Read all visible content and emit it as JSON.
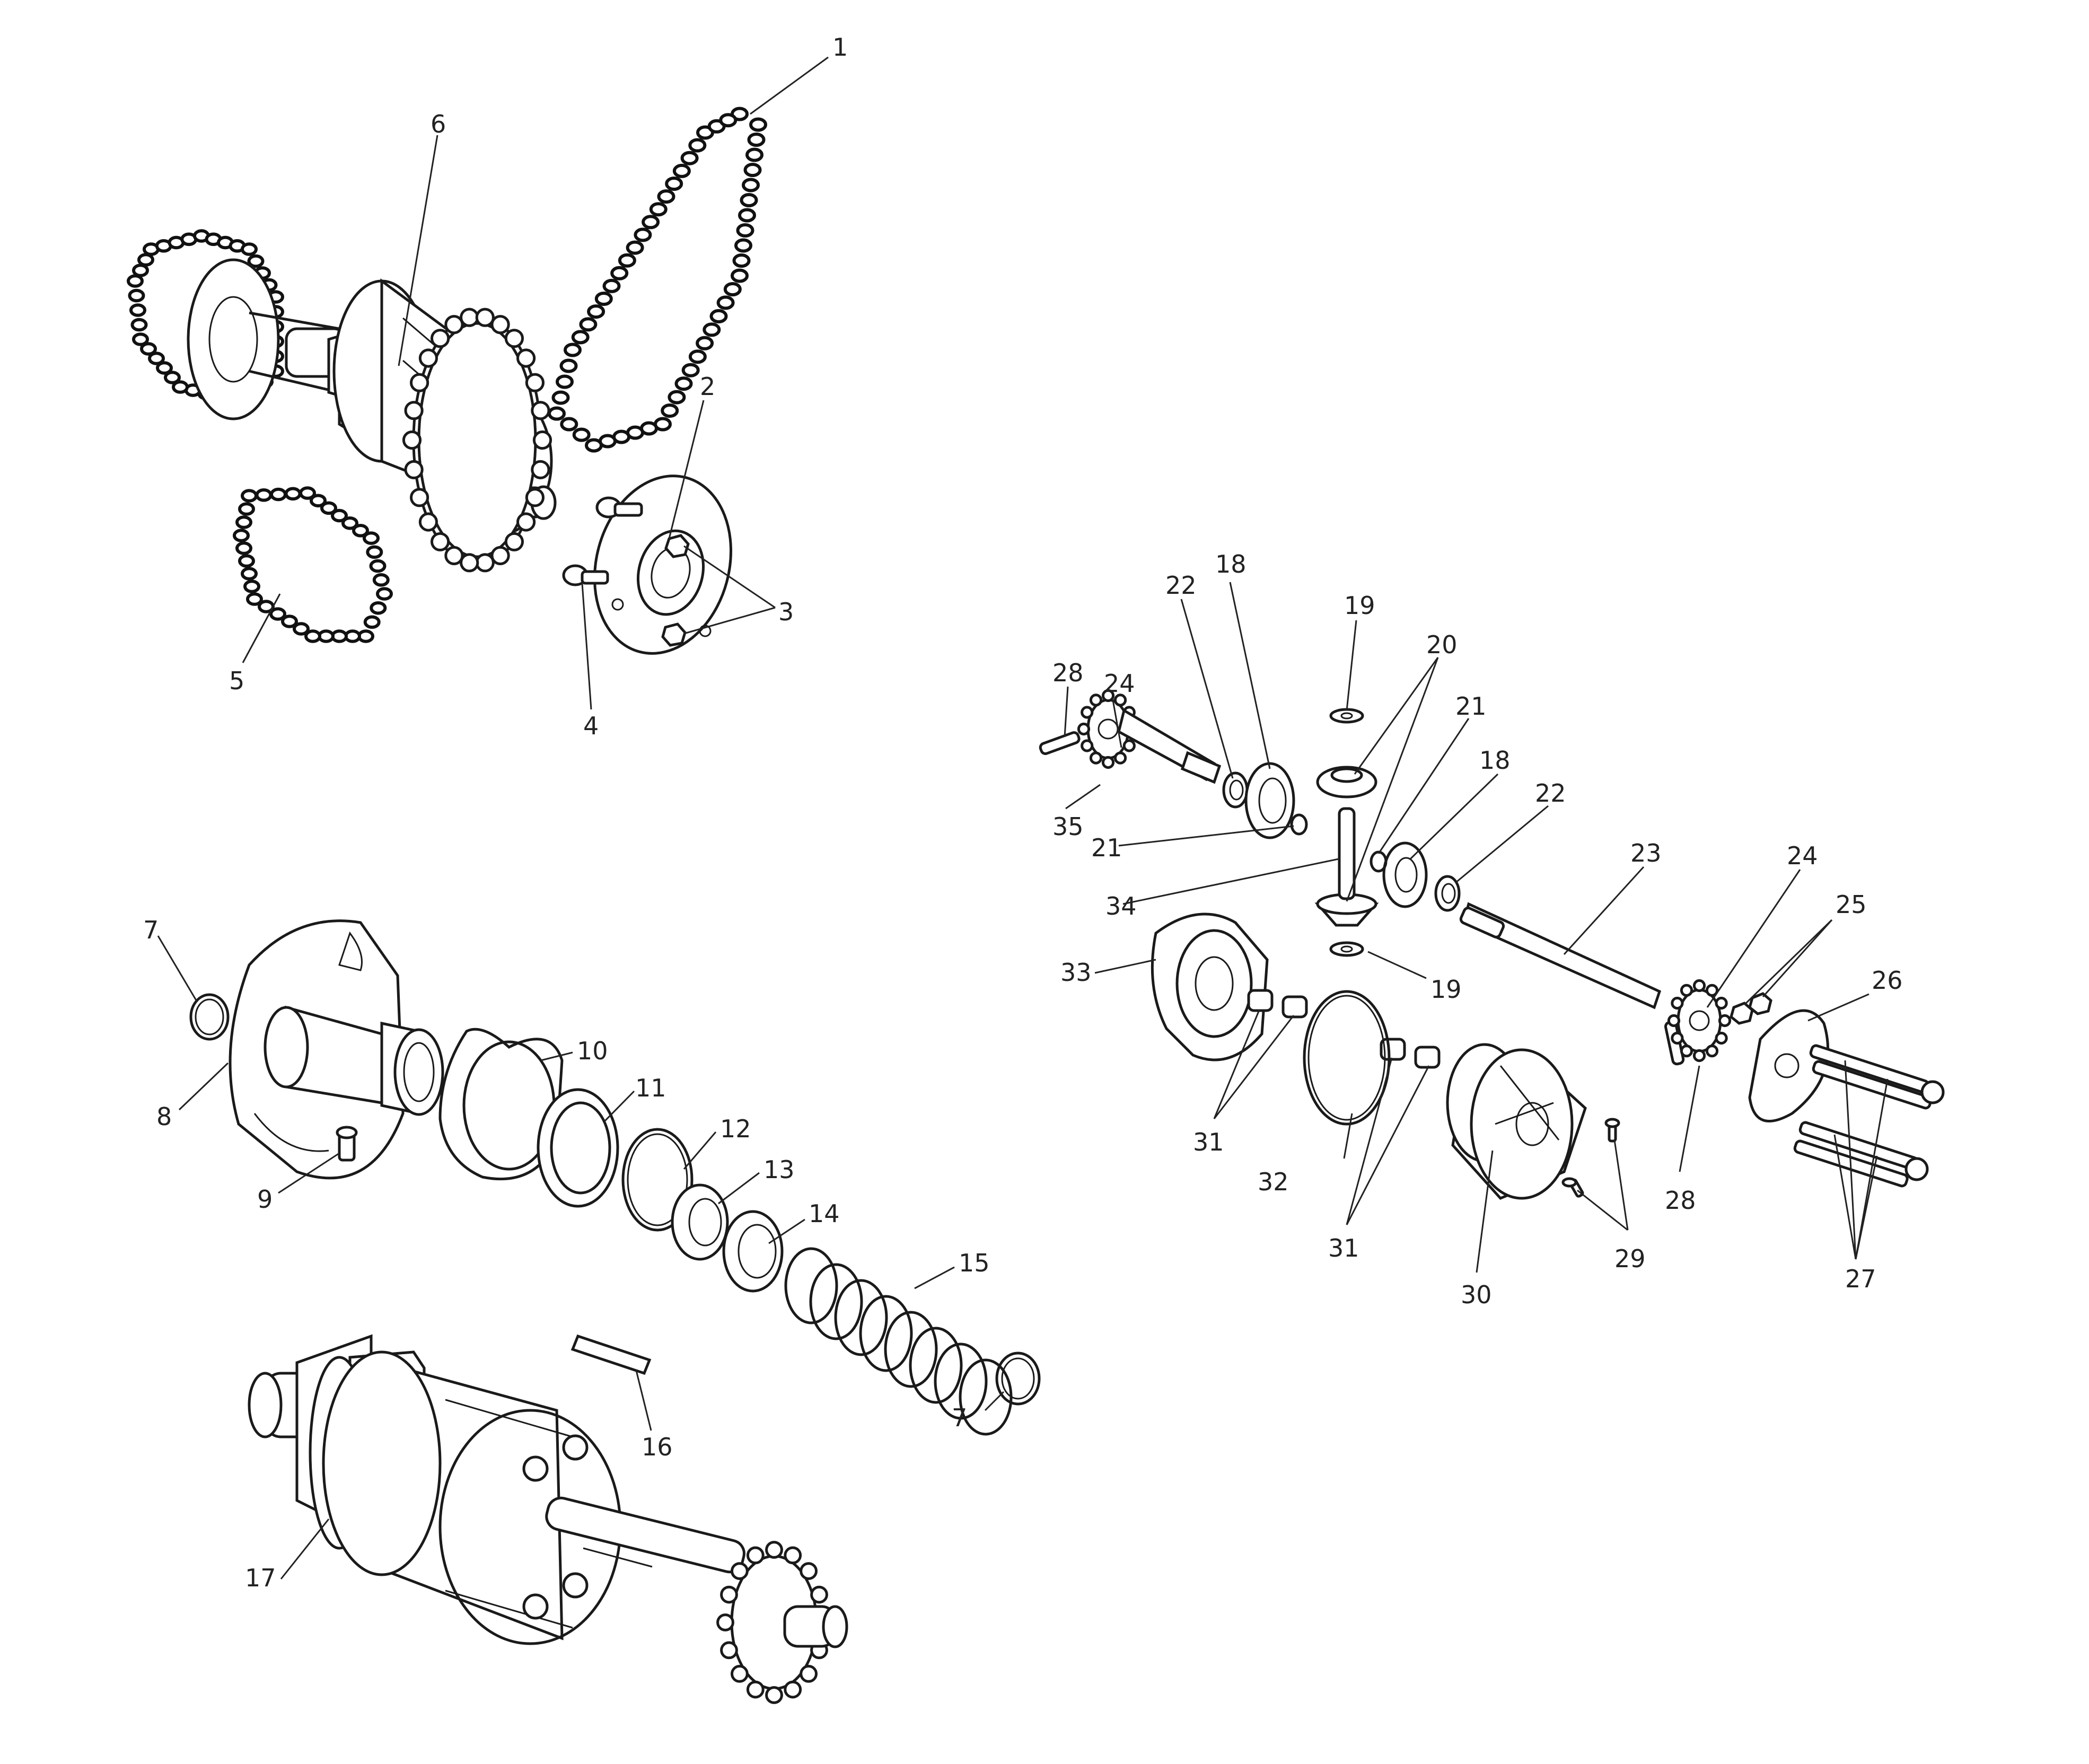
{
  "diagram": {
    "type": "exploded-parts-diagram",
    "colors": {
      "ink": "#1a1a1a",
      "background": "#ffffff"
    },
    "callouts": [
      {
        "id": "c1",
        "label": "1"
      },
      {
        "id": "c2",
        "label": "2"
      },
      {
        "id": "c3",
        "label": "3"
      },
      {
        "id": "c4",
        "label": "4"
      },
      {
        "id": "c5",
        "label": "5"
      },
      {
        "id": "c6",
        "label": "6"
      },
      {
        "id": "c7a",
        "label": "7"
      },
      {
        "id": "c7b",
        "label": "7"
      },
      {
        "id": "c8",
        "label": "8"
      },
      {
        "id": "c9",
        "label": "9"
      },
      {
        "id": "c10",
        "label": "10"
      },
      {
        "id": "c11",
        "label": "11"
      },
      {
        "id": "c12",
        "label": "12"
      },
      {
        "id": "c13",
        "label": "13"
      },
      {
        "id": "c14",
        "label": "14"
      },
      {
        "id": "c15",
        "label": "15"
      },
      {
        "id": "c16",
        "label": "16"
      },
      {
        "id": "c17",
        "label": "17"
      },
      {
        "id": "c18a",
        "label": "18"
      },
      {
        "id": "c18b",
        "label": "18"
      },
      {
        "id": "c19a",
        "label": "19"
      },
      {
        "id": "c19b",
        "label": "19"
      },
      {
        "id": "c20",
        "label": "20"
      },
      {
        "id": "c21a",
        "label": "21"
      },
      {
        "id": "c21b",
        "label": "21"
      },
      {
        "id": "c22a",
        "label": "22"
      },
      {
        "id": "c22b",
        "label": "22"
      },
      {
        "id": "c23",
        "label": "23"
      },
      {
        "id": "c24a",
        "label": "24"
      },
      {
        "id": "c24b",
        "label": "24"
      },
      {
        "id": "c25",
        "label": "25"
      },
      {
        "id": "c26",
        "label": "26"
      },
      {
        "id": "c27",
        "label": "27"
      },
      {
        "id": "c28a",
        "label": "28"
      },
      {
        "id": "c28b",
        "label": "28"
      },
      {
        "id": "c29",
        "label": "29"
      },
      {
        "id": "c30",
        "label": "30"
      },
      {
        "id": "c31a",
        "label": "31"
      },
      {
        "id": "c31b",
        "label": "31"
      },
      {
        "id": "c32",
        "label": "32"
      },
      {
        "id": "c33",
        "label": "33"
      },
      {
        "id": "c34",
        "label": "34"
      },
      {
        "id": "c35",
        "label": "35"
      }
    ]
  }
}
